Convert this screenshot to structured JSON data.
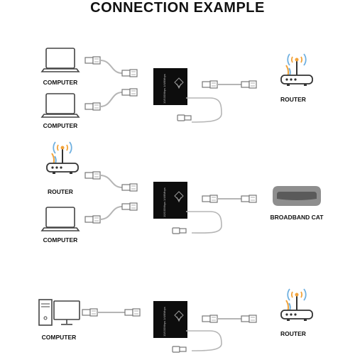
{
  "title": "CONNECTION EXAMPLE",
  "sections": [
    {
      "left_top": "COMPUTER",
      "left_bottom": "COMPUTER",
      "right": "ROUTER"
    },
    {
      "left_top": "ROUTER",
      "left_bottom": "COMPUTER",
      "right": "BROADBAND CAT"
    },
    {
      "left": "COMPUTER",
      "right": "ROUTER"
    }
  ],
  "device_text": "10/100Mbps 1/4/8Mbps",
  "colors": {
    "device": "#0d0d0d",
    "cable": "#b5b5b5",
    "plug": "#8a8a8a",
    "line_art": "#555555",
    "wifi_orange": "#f2a33a",
    "wifi_blue": "#6fb0e0"
  }
}
